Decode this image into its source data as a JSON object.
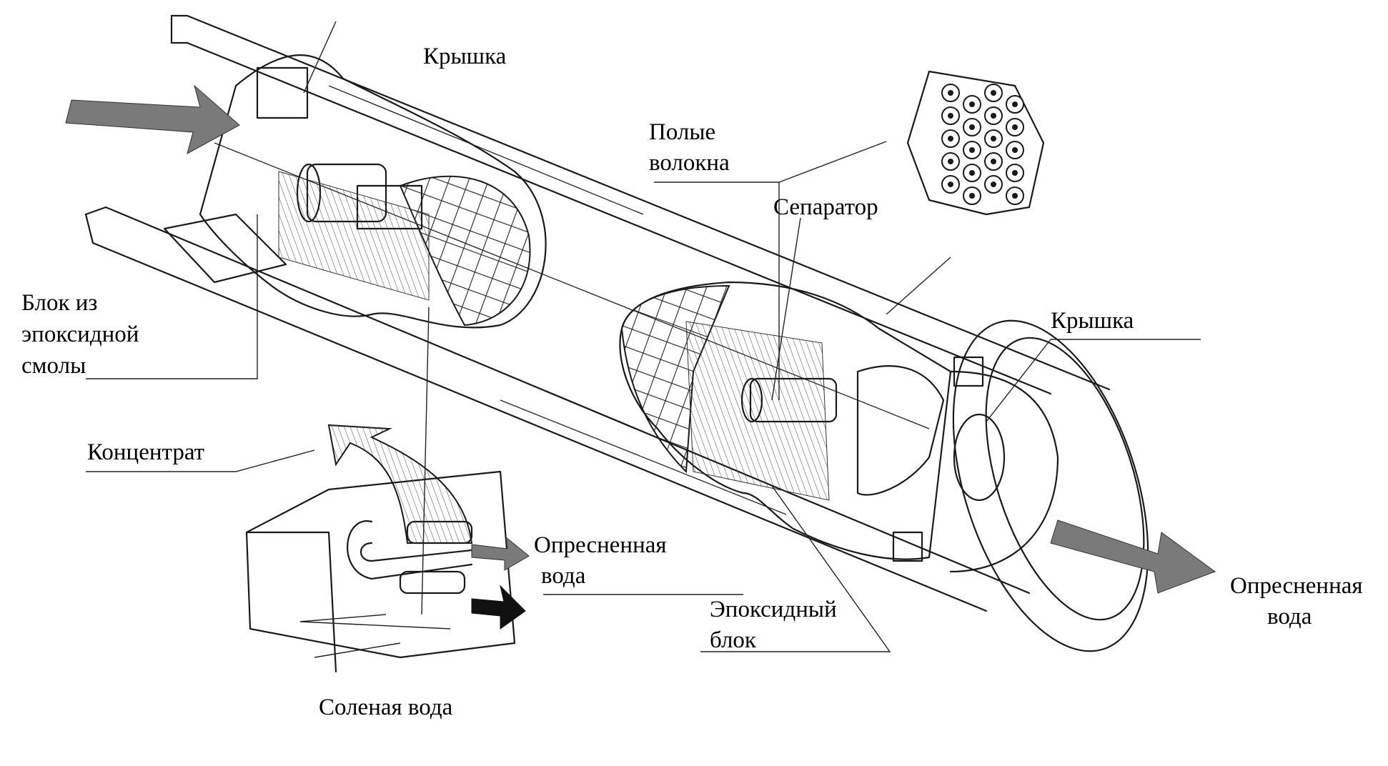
{
  "labels": {
    "cover_top": "Крышка",
    "hollow_fibers_1": "Полые",
    "hollow_fibers_2": "волокна",
    "separator": "Сепаратор",
    "epoxy_block_left_1": "Блок из",
    "epoxy_block_left_2": "эпоксидной",
    "epoxy_block_left_3": "смолы",
    "cover_right": "Крышка",
    "concentrate": "Концентрат",
    "desalinated_mid_1": "Опресненная",
    "desalinated_mid_2": "вода",
    "epoxy_block_mid_1": "Эпоксидный",
    "epoxy_block_mid_2": "блок",
    "desalinated_right_1": "Опресненная",
    "desalinated_right_2": "вода",
    "salt_water": "Соленая вода"
  },
  "colors": {
    "ink": "#1a1a1a",
    "arrow_gray": "#7a7a7a",
    "background": "#ffffff"
  }
}
